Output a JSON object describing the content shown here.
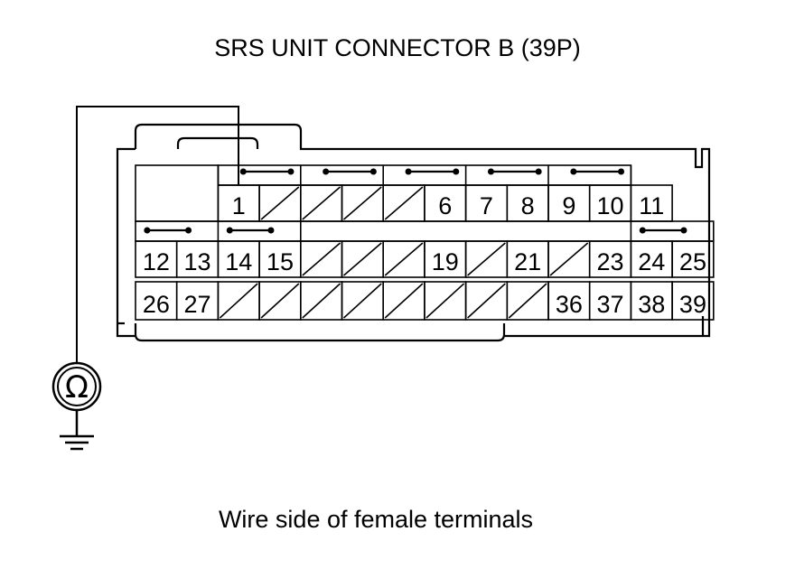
{
  "title": "SRS UNIT CONNECTOR B (39P)",
  "caption": "Wire side of female terminals",
  "meter_symbol": "Ω",
  "connector": {
    "rows": [
      [
        {
          "label": ""
        },
        {
          "label": ""
        },
        {
          "label": "1"
        },
        {
          "label": ""
        },
        {
          "label": ""
        },
        {
          "label": ""
        },
        {
          "label": ""
        },
        {
          "label": "6"
        },
        {
          "label": "7"
        },
        {
          "label": "8"
        },
        {
          "label": "9"
        },
        {
          "label": "10"
        },
        {
          "label": "11"
        }
      ],
      [
        {
          "label": "12"
        },
        {
          "label": "13"
        },
        {
          "label": "14"
        },
        {
          "label": "15"
        },
        {
          "label": ""
        },
        {
          "label": ""
        },
        {
          "label": ""
        },
        {
          "label": "19"
        },
        {
          "label": ""
        },
        {
          "label": "21"
        },
        {
          "label": ""
        },
        {
          "label": "23"
        },
        {
          "label": "24"
        },
        {
          "label": "25"
        }
      ],
      [
        {
          "label": "26"
        },
        {
          "label": "27"
        },
        {
          "label": ""
        },
        {
          "label": ""
        },
        {
          "label": ""
        },
        {
          "label": ""
        },
        {
          "label": ""
        },
        {
          "label": ""
        },
        {
          "label": ""
        },
        {
          "label": ""
        },
        {
          "label": "36"
        },
        {
          "label": "37"
        },
        {
          "label": "38"
        },
        {
          "label": "39"
        }
      ]
    ]
  }
}
